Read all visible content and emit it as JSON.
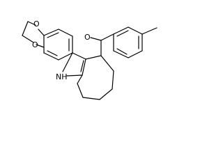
{
  "atom_labels": {
    "oxygen_top": "O",
    "oxygen_bottom": "O",
    "oxygen_ketone": "O",
    "amine": "NH"
  },
  "colors": {
    "bond": "#000000",
    "background": "#ffffff"
  }
}
